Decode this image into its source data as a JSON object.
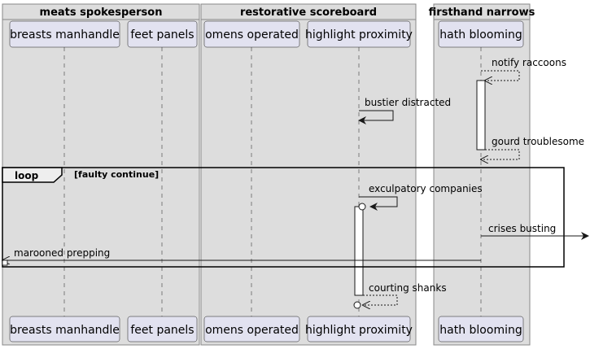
{
  "groups": [
    {
      "title": "meats spokesperson"
    },
    {
      "title": "restorative scoreboard"
    },
    {
      "title": "firsthand narrows"
    }
  ],
  "participants": [
    {
      "label": "breasts manhandle"
    },
    {
      "label": "feet panels"
    },
    {
      "label": "omens operated"
    },
    {
      "label": "highlight proximity"
    },
    {
      "label": "hath blooming"
    }
  ],
  "messages": [
    {
      "label": "notify raccoons"
    },
    {
      "label": "bustier distracted"
    },
    {
      "label": "gourd troublesome"
    },
    {
      "label": "exculpatory companies"
    },
    {
      "label": "crises busting"
    },
    {
      "label": "marooned prepping"
    },
    {
      "label": "courting shanks"
    }
  ],
  "loop": {
    "keyword": "loop",
    "condition": "[faulty continue]"
  },
  "colors": {
    "group": "#dddddd",
    "participant": "#e2e2f0",
    "line": "#181818"
  }
}
